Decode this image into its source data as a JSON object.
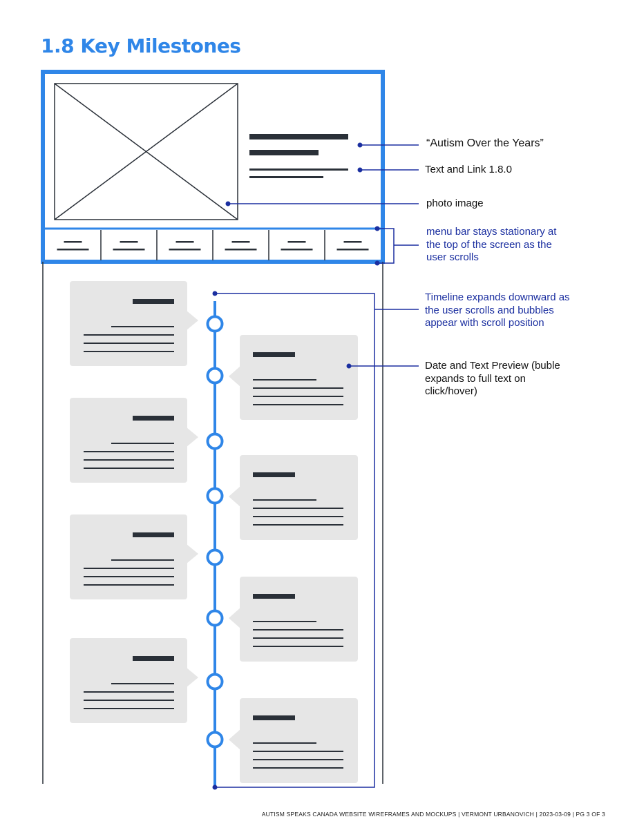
{
  "page": {
    "title": "1.8 Key Milestones",
    "footer": "AUTISM SPEAKS CANADA WEBSITE WIREFRAMES AND MOCKUPS | VERMONT URBANOVICH | 2023-03-09 | PG 3 OF 3"
  },
  "annotations": {
    "heading": "“Autism Over the Years”",
    "text_link": "Text and Link 1.8.0",
    "photo": "photo image",
    "menu_bar": "menu bar stays stationary at the top of the screen as the user scrolls",
    "timeline": "Timeline expands downward as the user scrolls and bubbles appear with scroll position",
    "date_preview": "Date and Text Preview (buble expands to full text on click/hover)"
  },
  "colors": {
    "accent_blue": "#2F86E8",
    "annotation_blue": "#1B2FA0",
    "wire_dark": "#2A3038",
    "bubble_gray": "#E6E6E6"
  },
  "wireframe": {
    "menu_items": 6,
    "timeline_bubbles": [
      "left",
      "right",
      "left",
      "right",
      "left",
      "right",
      "left",
      "right"
    ]
  }
}
